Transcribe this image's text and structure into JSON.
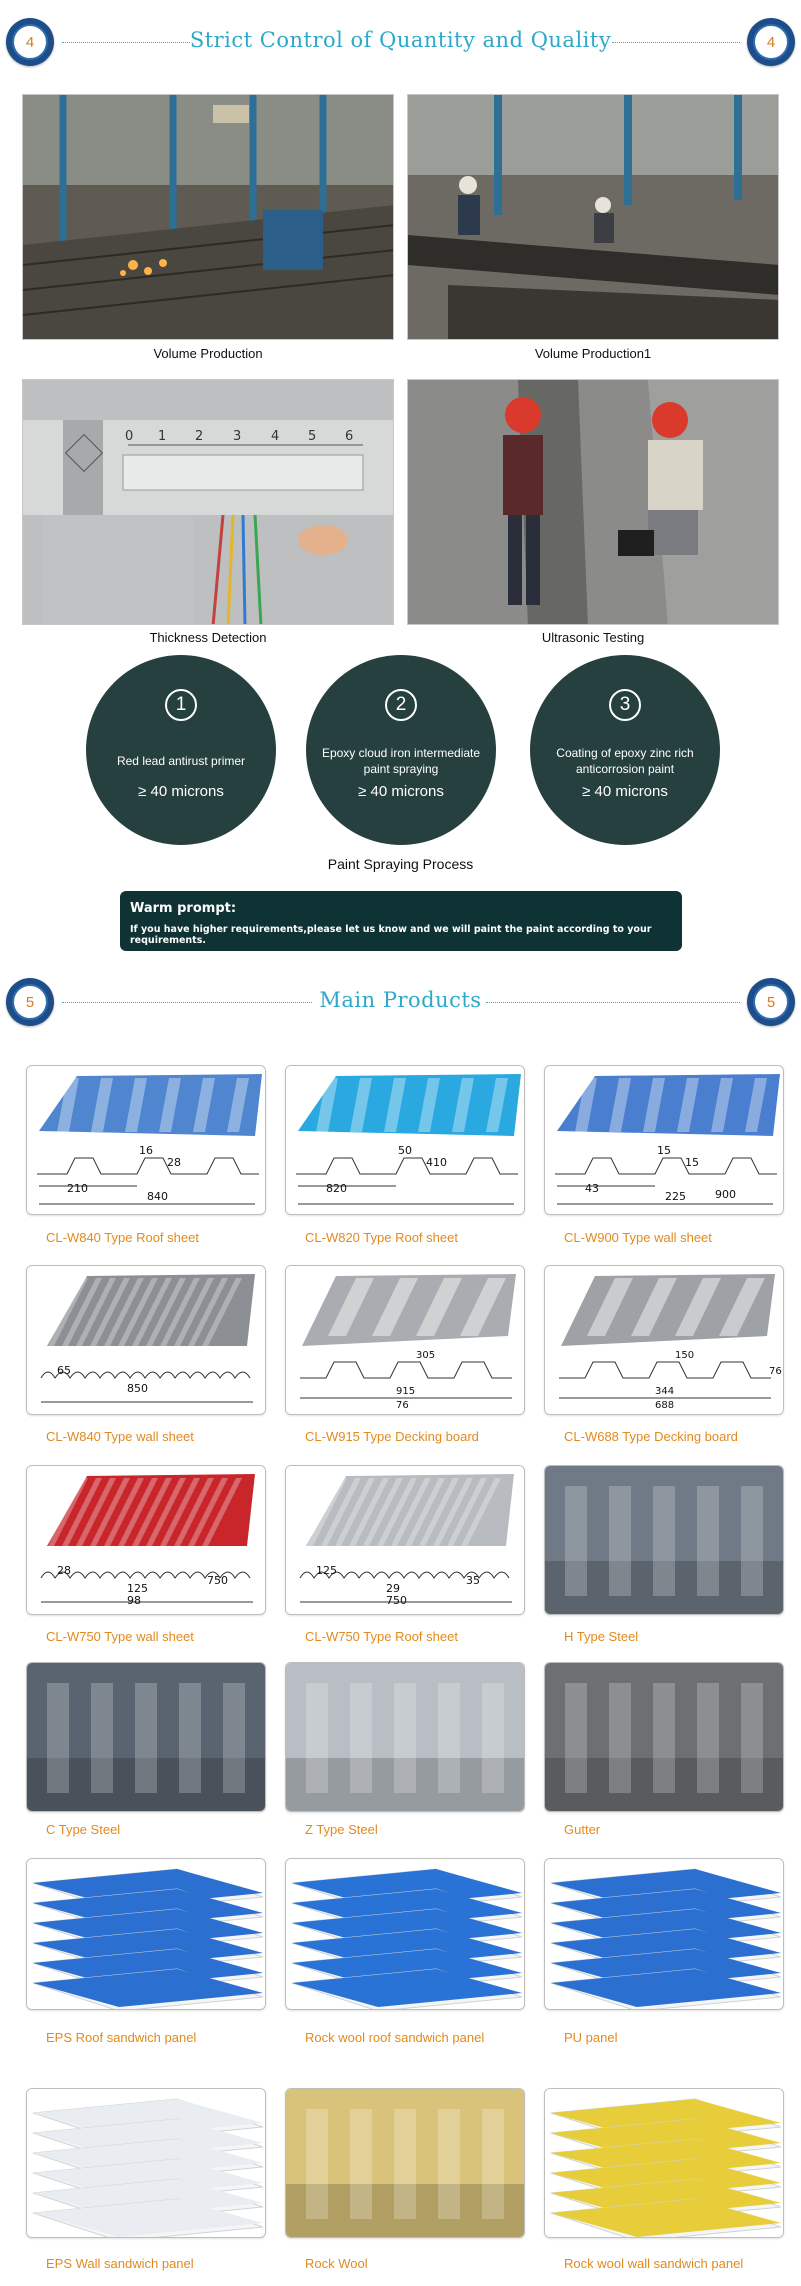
{
  "section4": {
    "badge": "4",
    "title": "Strict Control of Quantity and Quality",
    "photos": [
      {
        "caption": "Volume Production",
        "icon": "factory-cutting-photo"
      },
      {
        "caption": "Volume Production1",
        "icon": "welding-workers-photo"
      },
      {
        "caption": "Thickness Detection",
        "icon": "caliper-photo"
      },
      {
        "caption": "Ultrasonic Testing",
        "icon": "ultrasonic-testing-photo"
      }
    ],
    "spray": {
      "steps": [
        {
          "num": "1",
          "desc": "Red lead antirust primer",
          "micron": "≥ 40 microns"
        },
        {
          "num": "2",
          "desc": "Epoxy cloud iron intermediate paint spraying",
          "micron": "≥ 40 microns"
        },
        {
          "num": "3",
          "desc": "Coating of epoxy zinc rich anticorrosion paint",
          "micron": "≥ 40 microns"
        }
      ],
      "label": "Paint Spraying Process"
    },
    "warm": {
      "title": "Warm prompt:",
      "body": "If you have higher requirements,please let us know and we will paint the paint according to your requirements."
    }
  },
  "section5": {
    "badge": "5",
    "title": "Main Products",
    "products": [
      {
        "caption": "CL-W840 Type Roof sheet",
        "color": "#4f86cf",
        "kind": "trapezoid",
        "dims": [
          "16",
          "28",
          "210",
          "840"
        ]
      },
      {
        "caption": "CL-W820 Type Roof sheet",
        "color": "#2aa8e0",
        "kind": "trapezoid",
        "dims": [
          "50",
          "410",
          "820"
        ]
      },
      {
        "caption": "CL-W900 Type wall sheet",
        "color": "#4a7fd0",
        "kind": "trapezoid",
        "dims": [
          "15",
          "15",
          "43",
          "225",
          "900"
        ]
      },
      {
        "caption": "CL-W840 Type wall sheet",
        "color": "#8c8f94",
        "kind": "corrugated",
        "dims": [
          "65",
          "850"
        ]
      },
      {
        "caption": "CL-W915 Type Decking board",
        "color": "#a9acb0",
        "kind": "decking",
        "dims": [
          "305",
          "915",
          "76"
        ]
      },
      {
        "caption": "CL-W688 Type Decking board",
        "color": "#9ea1a6",
        "kind": "decking",
        "dims": [
          "150",
          "344",
          "688",
          "76"
        ]
      },
      {
        "caption": "CL-W750 Type wall sheet",
        "color": "#c8262b",
        "kind": "corrugated",
        "dims": [
          "28",
          "125",
          "98",
          "750"
        ]
      },
      {
        "caption": "CL-W750 Type Roof sheet",
        "color": "#b8bcc1",
        "kind": "corrugated",
        "dims": [
          "125",
          "29",
          "750",
          "35"
        ]
      },
      {
        "caption": "H Type Steel",
        "color": "#6f7a86",
        "kind": "photo"
      },
      {
        "caption": "C Type Steel",
        "color": "#5a6470",
        "kind": "photo"
      },
      {
        "caption": "Z Type Steel",
        "color": "#b8bec4",
        "kind": "photo"
      },
      {
        "caption": "Gutter",
        "color": "#6d6f72",
        "kind": "photo"
      },
      {
        "caption": "EPS Roof sandwich panel",
        "color": "#2b6fd1",
        "kind": "panel"
      },
      {
        "caption": "Rock wool roof sandwich panel",
        "color": "#2a73d6",
        "kind": "panel"
      },
      {
        "caption": "PU panel",
        "color": "#2b6fd1",
        "kind": "panel"
      },
      {
        "caption": "EPS Wall sandwich panel",
        "color": "#e9edf1",
        "kind": "panel"
      },
      {
        "caption": "Rock Wool",
        "color": "#d9c37a",
        "kind": "photo"
      },
      {
        "caption": "Rock wool wall sandwich panel",
        "color": "#e8cd3a",
        "kind": "panel"
      }
    ]
  }
}
